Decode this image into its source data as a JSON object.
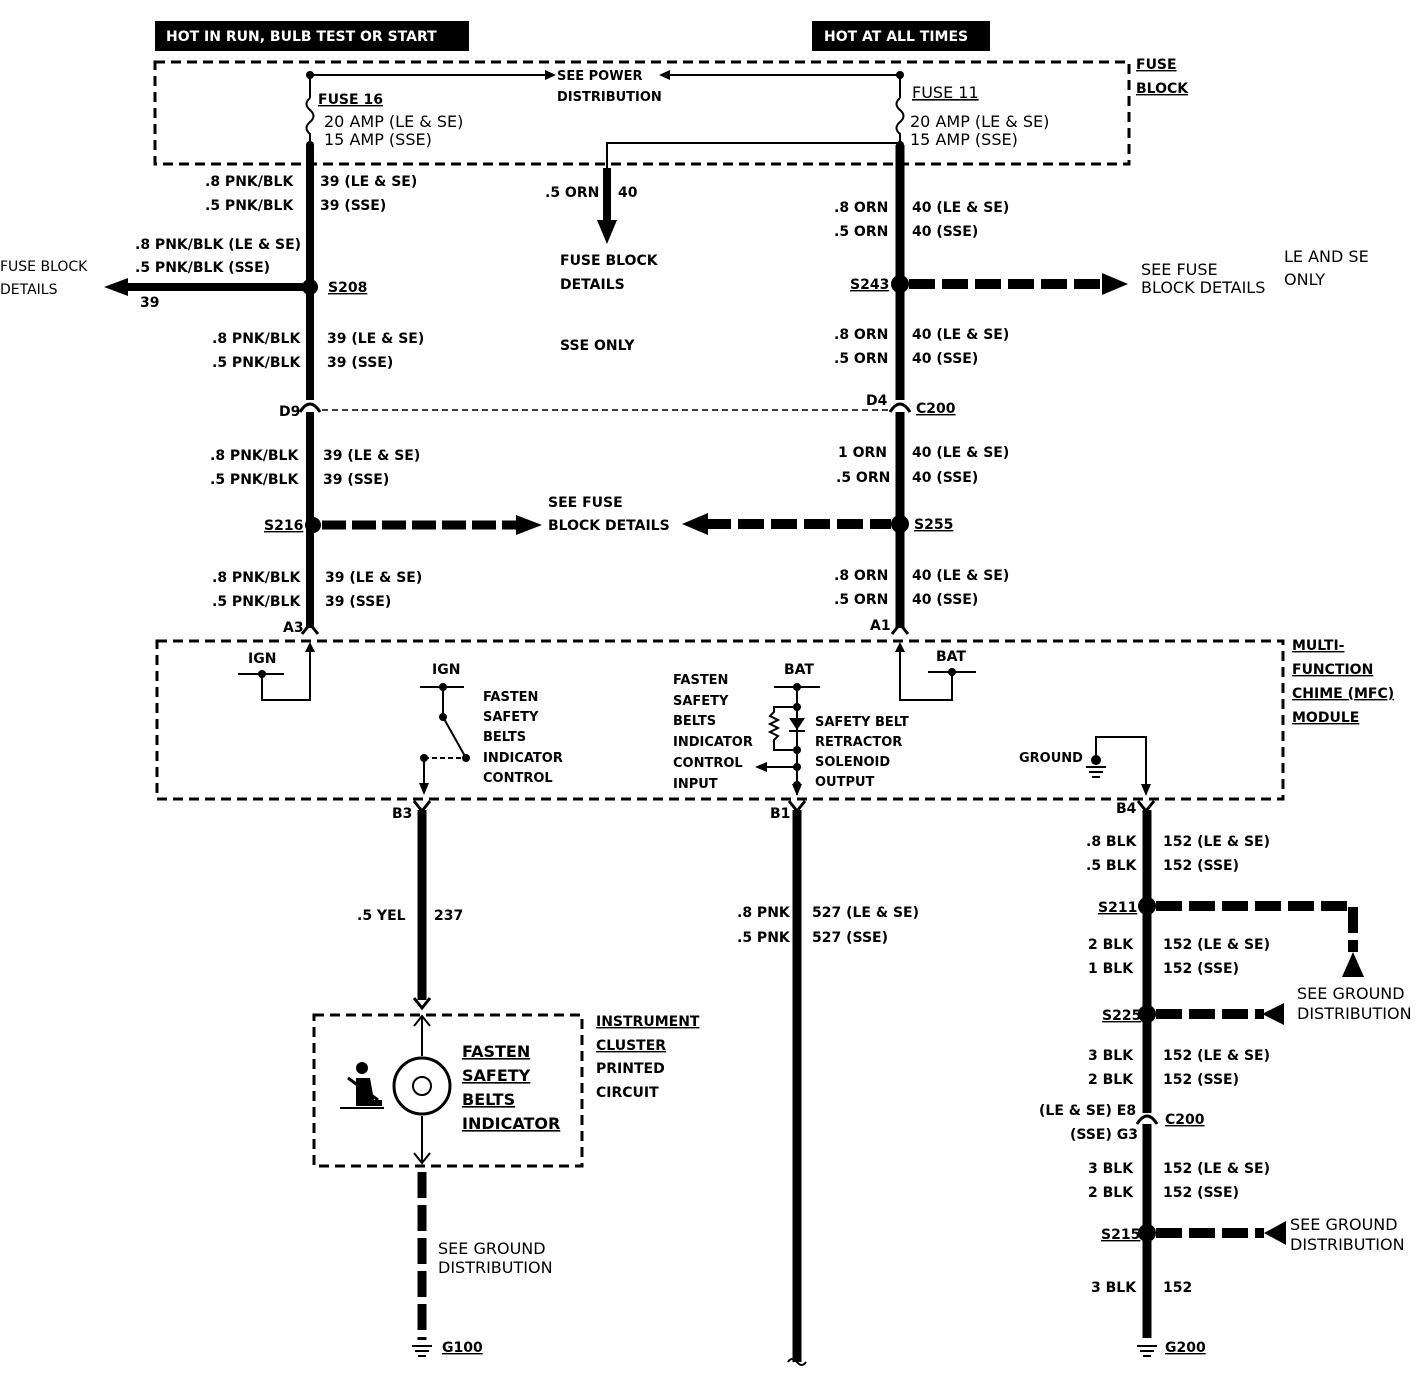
{
  "headers": {
    "switched_power": "HOT IN RUN, BULB TEST OR START",
    "battery_power": "HOT AT ALL TIMES"
  },
  "fuse_block": {
    "label_line1": "FUSE",
    "label_line2": "BLOCK",
    "see_power_line1": "SEE POWER",
    "see_power_line2": "DISTRIBUTION",
    "fuse16": {
      "name": "FUSE 16",
      "rating1": "20 AMP (LE & SE)",
      "rating2": "15 AMP (SSE)"
    },
    "fuse11": {
      "name": "FUSE 11",
      "rating1": "20 AMP (LE & SE)",
      "rating2": "15 AMP (SSE)"
    }
  },
  "left_circuit": {
    "seg1": {
      "gauge1": ".8 PNK/BLK",
      "gauge2": ".5 PNK/BLK",
      "circuit1": "39 (LE & SE)",
      "circuit2": "39 (SSE)"
    },
    "branch": {
      "line1": ".8 PNK/BLK (LE & SE)",
      "line2": ".5 PNK/BLK (SSE)",
      "circuit": "39",
      "dest1": "FUSE BLOCK",
      "dest2": "DETAILS"
    },
    "splice1": "S208",
    "seg2": {
      "gauge1": ".8 PNK/BLK",
      "gauge2": ".5 PNK/BLK",
      "circuit1": "39 (LE & SE)",
      "circuit2": "39 (SSE)"
    },
    "connector_pin": "D9",
    "seg3": {
      "gauge1": ".8 PNK/BLK",
      "gauge2": ".5 PNK/BLK",
      "circuit1": "39 (LE & SE)",
      "circuit2": "39 (SSE)"
    },
    "splice2": "S216",
    "seg4": {
      "gauge1": ".8 PNK/BLK",
      "gauge2": ".5 PNK/BLK",
      "circuit1": "39 (LE & SE)",
      "circuit2": "39 (SSE)"
    },
    "module_pin": "A3"
  },
  "middle_branch": {
    "wire": ".5 ORN",
    "circuit": "40",
    "dest1": "FUSE BLOCK",
    "dest2": "DETAILS",
    "note": "SSE ONLY",
    "see_fuse1": "SEE FUSE",
    "see_fuse2": "BLOCK DETAILS"
  },
  "right_circuit": {
    "seg1": {
      "gauge1": ".8 ORN",
      "gauge2": ".5 ORN",
      "circuit1": "40 (LE & SE)",
      "circuit2": "40 (SSE)"
    },
    "splice1": "S243",
    "branch": {
      "dest1": "SEE FUSE",
      "dest2": "BLOCK DETAILS",
      "note1": "LE AND SE",
      "note2": "ONLY"
    },
    "seg2": {
      "gauge1": ".8 ORN",
      "gauge2": ".5 ORN",
      "circuit1": "40 (LE & SE)",
      "circuit2": "40 (SSE)"
    },
    "connector_pin": "D4",
    "connector": "C200",
    "seg3": {
      "gauge1": "1 ORN",
      "gauge2": ".5 ORN",
      "circuit1": "40 (LE & SE)",
      "circuit2": "40 (SSE)"
    },
    "splice2": "S255",
    "seg4": {
      "gauge1": ".8 ORN",
      "gauge2": ".5 ORN",
      "circuit1": "40 (LE & SE)",
      "circuit2": "40 (SSE)"
    },
    "module_pin": "A1"
  },
  "module": {
    "label1": "MULTI-",
    "label2": "FUNCTION",
    "label3": "CHIME (MFC)",
    "label4": "MODULE",
    "ign1": "IGN",
    "ign2": "IGN",
    "bat1": "BAT",
    "bat2": "BAT",
    "indicator_ctrl": [
      "FASTEN",
      "SAFETY",
      "BELTS",
      "INDICATOR",
      "CONTROL"
    ],
    "indicator_input": [
      "FASTEN",
      "SAFETY",
      "BELTS",
      "INDICATOR",
      "CONTROL",
      "INPUT"
    ],
    "solenoid_output": [
      "SAFETY BELT",
      "RETRACTOR",
      "SOLENOID",
      "OUTPUT"
    ],
    "ground": "GROUND",
    "pin_b3": "B3",
    "pin_b1": "B1",
    "pin_b4": "B4"
  },
  "b3_circuit": {
    "gauge": ".5 YEL",
    "circuit": "237",
    "cluster_label": [
      "INSTRUMENT",
      "CLUSTER",
      "PRINTED",
      "CIRCUIT"
    ],
    "indicator_label": [
      "FASTEN",
      "SAFETY",
      "BELTS",
      "INDICATOR"
    ],
    "ground_line1": "SEE GROUND",
    "ground_line2": "DISTRIBUTION",
    "ground": "G100"
  },
  "b1_circuit": {
    "gauge1": ".8 PNK",
    "gauge2": ".5 PNK",
    "circuit1": "527 (LE & SE)",
    "circuit2": "527 (SSE)"
  },
  "b4_circuit": {
    "seg1": {
      "gauge1": ".8 BLK",
      "gauge2": ".5 BLK",
      "circuit1": "152 (LE & SE)",
      "circuit2": "152 (SSE)"
    },
    "splice1": "S211",
    "see_ground1_line1": "SEE GROUND",
    "see_ground1_line2": "DISTRIBUTION",
    "seg2": {
      "gauge1": "2 BLK",
      "gauge2": "1 BLK",
      "circuit1": "152 (LE & SE)",
      "circuit2": "152 (SSE)"
    },
    "splice2": "S225",
    "seg3": {
      "gauge1": "3 BLK",
      "gauge2": "2 BLK",
      "circuit1": "152 (LE & SE)",
      "circuit2": "152 (SSE)"
    },
    "pin1": "(LE & SE) E8",
    "pin2": "(SSE) G3",
    "connector": "C200",
    "seg4": {
      "gauge1": "3 BLK",
      "gauge2": "2 BLK",
      "circuit1": "152 (LE & SE)",
      "circuit2": "152 (SSE)"
    },
    "splice3": "S215",
    "see_ground2_line1": "SEE GROUND",
    "see_ground2_line2": "DISTRIBUTION",
    "seg5": {
      "gauge": "3 BLK",
      "circuit": "152"
    },
    "ground": "G200"
  }
}
